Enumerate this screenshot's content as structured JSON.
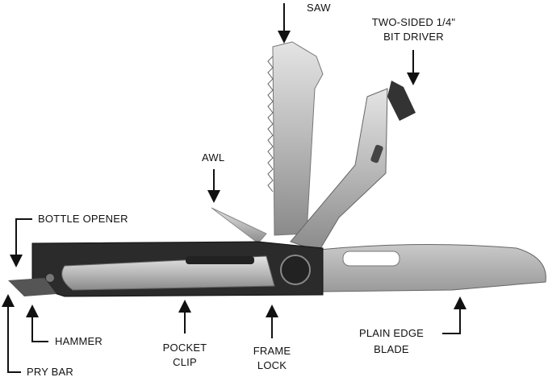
{
  "labels": {
    "saw": "SAW",
    "bit_driver_1": "TWO-SIDED 1/4\"",
    "bit_driver_2": "BIT DRIVER",
    "awl": "AWL",
    "bottle_opener": "BOTTLE OPENER",
    "hammer": "HAMMER",
    "pry_bar": "PRY BAR",
    "pocket_clip_1": "POCKET",
    "pocket_clip_2": "CLIP",
    "frame_lock_1": "FRAME",
    "frame_lock_2": "LOCK",
    "blade_1": "PLAIN EDGE",
    "blade_2": "BLADE"
  }
}
